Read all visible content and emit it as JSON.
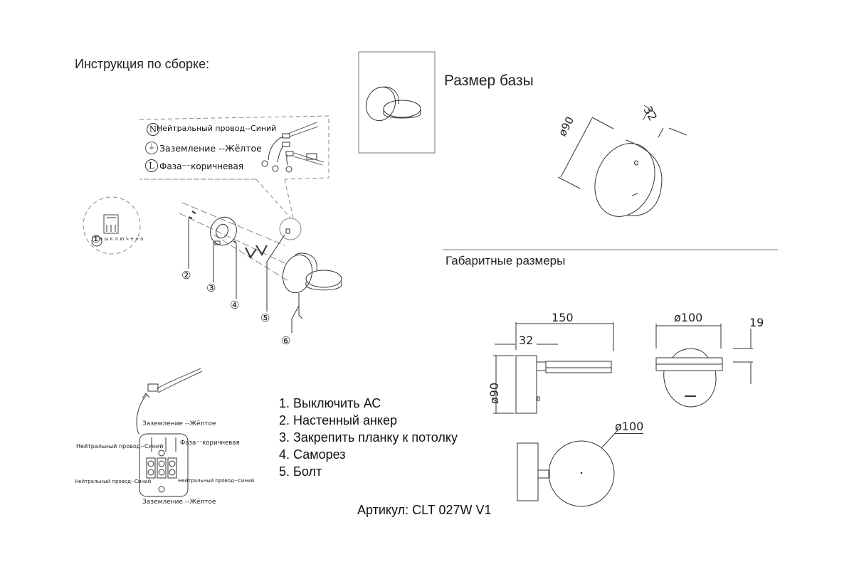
{
  "header": {
    "assembly_title": "Инструкция по сборке:",
    "base_size_title": "Размер базы",
    "overall_dims_title": "Габаритные размеры"
  },
  "wiring_legend": {
    "neutral": {
      "symbol": "N",
      "label": "Нейтральный провод--Синий"
    },
    "ground": {
      "symbol": "⏚",
      "label": "Заземление --Жёлтое"
    },
    "phase": {
      "symbol": "L",
      "label": "Фаза⁻⁻коричневая"
    }
  },
  "switch_label": "выключено",
  "callouts": [
    "①",
    "②",
    "③",
    "④",
    "⑤",
    "⑥"
  ],
  "terminal_labels": {
    "ground_top": "Заземление --Жёлтое",
    "neutral_left_top": "Нейтральный провод--Синий",
    "phase_right": "Фаза⁻⁻коричневая",
    "neutral_left_bottom": "Нейтральный провод--Синий",
    "neutral_right_bottom": "Нейтральный провод--Синий",
    "ground_bottom": "Заземление --Жёлтое"
  },
  "steps": [
    "1. Выключить АС",
    "2. Настенный анкер",
    "3. Закрепить планку к потолку",
    "4. Саморез",
    "5. Болт"
  ],
  "article": "Артикул: CLT 027W V1",
  "dimensions": {
    "base_diameter": "ø90",
    "base_depth": "32",
    "overall_length": "150",
    "side_depth": "32",
    "side_diameter": "ø90",
    "top_diameter": "ø100",
    "shade_thickness": "19",
    "front_diameter": "ø100"
  }
}
